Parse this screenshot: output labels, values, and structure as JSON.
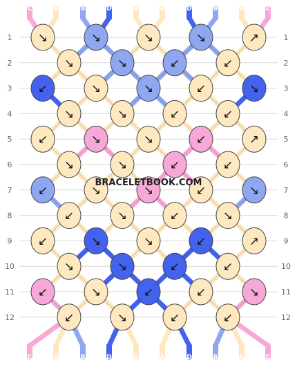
{
  "watermark": "BRACELETBOOK.COM",
  "strands_top": [
    "C",
    "A",
    "B",
    "D",
    "A",
    "A",
    "D",
    "B",
    "A",
    "C"
  ],
  "strands_bottom": [
    "C",
    "A",
    "B",
    "D",
    "A",
    "A",
    "D",
    "B",
    "A",
    "C"
  ],
  "colors": {
    "A": "#fde8c0",
    "B": "#8fa6f0",
    "C": "#f7a8d6",
    "D": "#4363ef",
    "line": "#222222",
    "rowline": "#d9d9d9",
    "knotStroke": "#444444",
    "labelText": "#555555"
  },
  "rows": [
    {
      "label": "1",
      "knots": [
        {
          "c": "A",
          "d": "↘"
        },
        {
          "c": "B",
          "d": "↘"
        },
        {
          "c": "A",
          "d": "↘"
        },
        {
          "c": "B",
          "d": "↘"
        },
        {
          "c": "A",
          "d": "↗"
        }
      ]
    },
    {
      "label": "2",
      "knots": [
        {
          "c": "A",
          "d": "↘"
        },
        {
          "c": "B",
          "d": "↘"
        },
        {
          "c": "B",
          "d": "↙"
        },
        {
          "c": "A",
          "d": "↙"
        }
      ]
    },
    {
      "label": "3",
      "knots": [
        {
          "c": "D",
          "d": "↙"
        },
        {
          "c": "A",
          "d": "↘"
        },
        {
          "c": "B",
          "d": "↘"
        },
        {
          "c": "A",
          "d": "↙"
        },
        {
          "c": "D",
          "d": "↘"
        }
      ]
    },
    {
      "label": "4",
      "knots": [
        {
          "c": "A",
          "d": "↘"
        },
        {
          "c": "A",
          "d": "↘"
        },
        {
          "c": "A",
          "d": "↙"
        },
        {
          "c": "A",
          "d": "↙"
        }
      ]
    },
    {
      "label": "5",
      "knots": [
        {
          "c": "A",
          "d": "↙"
        },
        {
          "c": "C",
          "d": "↘"
        },
        {
          "c": "A",
          "d": "↘"
        },
        {
          "c": "C",
          "d": "↙"
        },
        {
          "c": "A",
          "d": "↗"
        }
      ]
    },
    {
      "label": "6",
      "knots": [
        {
          "c": "A",
          "d": "↘"
        },
        {
          "c": "A",
          "d": "↘"
        },
        {
          "c": "C",
          "d": "↙"
        },
        {
          "c": "A",
          "d": "↙"
        }
      ]
    },
    {
      "label": "7",
      "knots": [
        {
          "c": "B",
          "d": "↙"
        },
        {
          "c": "A",
          "d": "↘"
        },
        {
          "c": "C",
          "d": "↘"
        },
        {
          "c": "A",
          "d": "↙"
        },
        {
          "c": "B",
          "d": "↘"
        }
      ]
    },
    {
      "label": "8",
      "knots": [
        {
          "c": "A",
          "d": "↙"
        },
        {
          "c": "A",
          "d": "↘"
        },
        {
          "c": "A",
          "d": "↙"
        },
        {
          "c": "A",
          "d": "↘"
        }
      ]
    },
    {
      "label": "9",
      "knots": [
        {
          "c": "A",
          "d": "↙"
        },
        {
          "c": "D",
          "d": "↘"
        },
        {
          "c": "A",
          "d": "↘"
        },
        {
          "c": "D",
          "d": "↙"
        },
        {
          "c": "A",
          "d": "↗"
        }
      ]
    },
    {
      "label": "10",
      "knots": [
        {
          "c": "A",
          "d": "↘"
        },
        {
          "c": "D",
          "d": "↘"
        },
        {
          "c": "D",
          "d": "↙"
        },
        {
          "c": "A",
          "d": "↙"
        }
      ]
    },
    {
      "label": "11",
      "knots": [
        {
          "c": "C",
          "d": "↙"
        },
        {
          "c": "A",
          "d": "↘"
        },
        {
          "c": "D",
          "d": "↙"
        },
        {
          "c": "A",
          "d": "↙"
        },
        {
          "c": "C",
          "d": "↘"
        }
      ]
    },
    {
      "label": "12",
      "knots": [
        {
          "c": "A",
          "d": "↙"
        },
        {
          "c": "A",
          "d": "↘"
        },
        {
          "c": "A",
          "d": "↙"
        },
        {
          "c": "A",
          "d": "↙"
        }
      ]
    }
  ]
}
